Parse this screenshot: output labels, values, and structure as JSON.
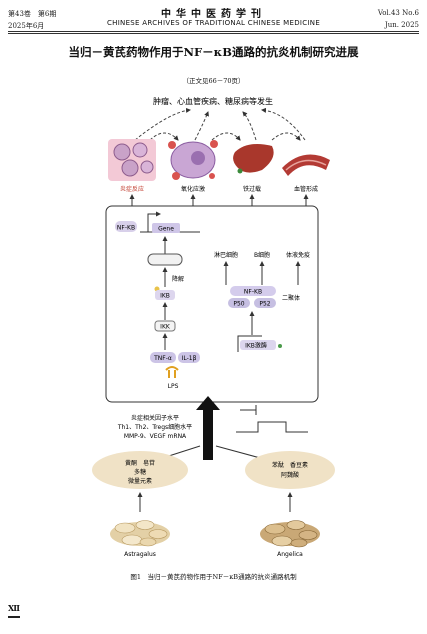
{
  "header": {
    "volume_issue_cn": "第43卷　第6期",
    "date_cn": "2025年6月",
    "journal_cn": "中华中医药学刊",
    "journal_en": "CHINESE ARCHIVES OF TRADITIONAL CHINESE MEDICINE",
    "volume_issue_en": "Vol.43 No.6",
    "date_en": "Jun. 2025"
  },
  "article": {
    "title": "当归－黄芪药物作用于NF－κB通路的抗炎机制研究进展",
    "see_text": "（正文见66－70页）"
  },
  "figure": {
    "diseases_label": "肿瘤、心血管疾病、糖尿病等发生",
    "outcomes": [
      "炎症反应",
      "氧化应激",
      "铁过载",
      "血管形成"
    ],
    "nfkb_gene": "NF-KB",
    "gene": "Gene",
    "degrade": "降解",
    "ikb": "IKB",
    "ikk": "IKK",
    "tnf": "TNF-α",
    "il": "IL-1β",
    "lps": "LPS",
    "cells": [
      "淋巴细胞",
      "B细胞",
      "体液免疫"
    ],
    "nfkb_complex": "NF-KB",
    "p50": "P50",
    "p52": "P52",
    "dimer": "二聚体",
    "ikb_kinase": "IKB激酶",
    "factors": [
      "炎症相关因子水平",
      "Th1、Th2、Tregs细胞水平",
      "MMP-9、VEGF mRNA"
    ],
    "astragalus_compounds": [
      "黄酮　皂苷",
      "多糖",
      "微量元素"
    ],
    "angelica_compounds": [
      "苯酞　香豆素",
      "阿魏酸"
    ],
    "astragalus_name": "Astragalus",
    "angelica_name": "Angelica"
  },
  "caption": "图1　当归－黄芪药物作用于NF－κB通路的抗炎通路机制",
  "page_number": "Ⅻ"
}
